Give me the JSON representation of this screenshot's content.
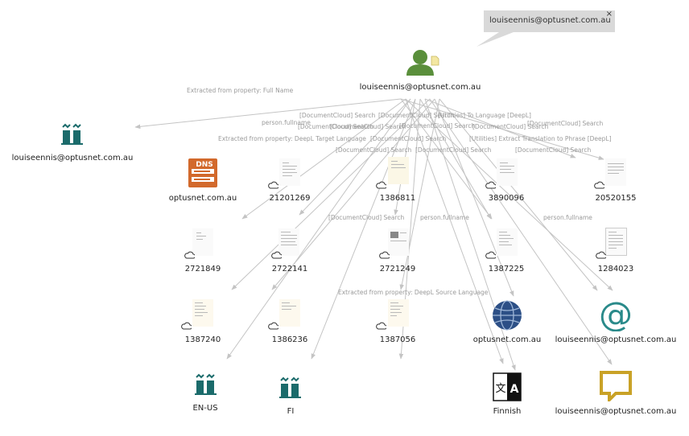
{
  "tooltip": {
    "text": "louiseennis@optusnet.com.au",
    "close": "×"
  },
  "colors": {
    "edge": "#c4c4c4",
    "edge_label": "#9a9a9a",
    "person": "#5a8f3b",
    "teal": "#1b6b6b",
    "globe": "#2c4f86",
    "speech": "#c9a227"
  },
  "center": {
    "label": "louiseennis@optusnet.com.au",
    "icon": "person-icon"
  },
  "nodes": {
    "n_left": {
      "label": "louiseennis@optusnet.com.au",
      "icon": "organization-icon"
    },
    "n_dns": {
      "label": "optusnet.com.au",
      "icon": "dns-icon"
    },
    "n_21201269": {
      "label": "21201269",
      "icon": "document-icon"
    },
    "n_1386811": {
      "label": "1386811",
      "icon": "document-icon"
    },
    "n_3890096": {
      "label": "3890096",
      "icon": "document-icon"
    },
    "n_20520155": {
      "label": "20520155",
      "icon": "document-icon"
    },
    "n_2721849": {
      "label": "2721849",
      "icon": "document-icon"
    },
    "n_2722141": {
      "label": "2722141",
      "icon": "document-icon"
    },
    "n_2721249": {
      "label": "2721249",
      "icon": "document-icon"
    },
    "n_1387225": {
      "label": "1387225",
      "icon": "document-icon"
    },
    "n_1284023": {
      "label": "1284023",
      "icon": "document-icon"
    },
    "n_1387240": {
      "label": "1387240",
      "icon": "document-icon"
    },
    "n_1386236": {
      "label": "1386236",
      "icon": "document-icon"
    },
    "n_1387056": {
      "label": "1387056",
      "icon": "document-icon"
    },
    "n_globe": {
      "label": "optusnet.com.au",
      "icon": "globe-icon"
    },
    "n_at": {
      "label": "louiseennis@optusnet.com.au",
      "icon": "at-sign-icon"
    },
    "n_enus": {
      "label": "EN-US",
      "icon": "organization-icon"
    },
    "n_fi": {
      "label": "FI",
      "icon": "organization-icon"
    },
    "n_finnish": {
      "label": "Finnish",
      "icon": "translate-icon"
    },
    "n_phrase": {
      "label": "louiseennis@optusnet.com.au",
      "icon": "speech-bubble-icon"
    }
  },
  "edge_labels": {
    "e1": "Extracted from property: Full Name",
    "e2": "[DocumentCloud] Search",
    "e3": "[DocumentCloud] Search",
    "e4": "[Utilities] To Language [DeepL]",
    "e5": "person.fullname",
    "e6": "[DocumentCloud] Search",
    "e7": "[DocumentCloud] Search",
    "e8": "[DocumentCloud] Search",
    "e9": "[DocumentCloud] Search",
    "e10": "[DocumentCloud] Search",
    "e11": "Extracted from property: DeepL Target Language",
    "e12": "[DocumentCloud] Search",
    "e13": "[Utilities] Extract Translation to Phrase [DeepL]",
    "e14": "[DocumentCloud] Search",
    "e15": "[DocumentCloud] Search",
    "e16": "[DocumentCloud] Search",
    "e17": "[DocumentCloud] Search",
    "e18": "person.fullname",
    "e19": "person.fullname",
    "e20": "Extracted from property: DeepL Source Language"
  }
}
